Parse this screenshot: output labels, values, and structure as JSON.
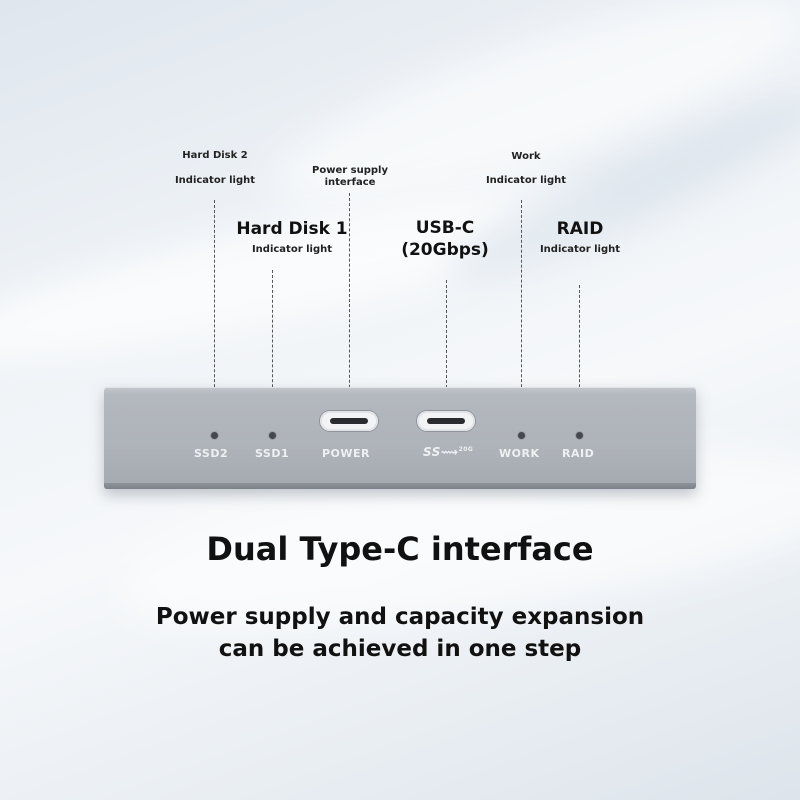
{
  "callouts": {
    "hard_disk_2": {
      "title": "Hard Disk 2",
      "subtitle": "Indicator light"
    },
    "hard_disk_1": {
      "title": "Hard Disk 1",
      "subtitle": "Indicator light"
    },
    "power_supply": {
      "line1": "Power supply",
      "line2": "interface"
    },
    "usb_c": {
      "line1": "USB-C",
      "line2": "(20Gbps)"
    },
    "work": {
      "title": "Work",
      "subtitle": "Indicator light"
    },
    "raid": {
      "title": "RAID",
      "subtitle": "Indicator light"
    }
  },
  "device": {
    "labels": {
      "ssd2": "SSD2",
      "ssd1": "SSD1",
      "power": "POWER",
      "usb_logo": "SS",
      "usb_speed": "20G",
      "work": "WORK",
      "raid": "RAID"
    }
  },
  "headline": "Dual Type-C interface",
  "subline": {
    "line1": "Power supply and capacity expansion",
    "line2": "can be achieved in one step"
  }
}
